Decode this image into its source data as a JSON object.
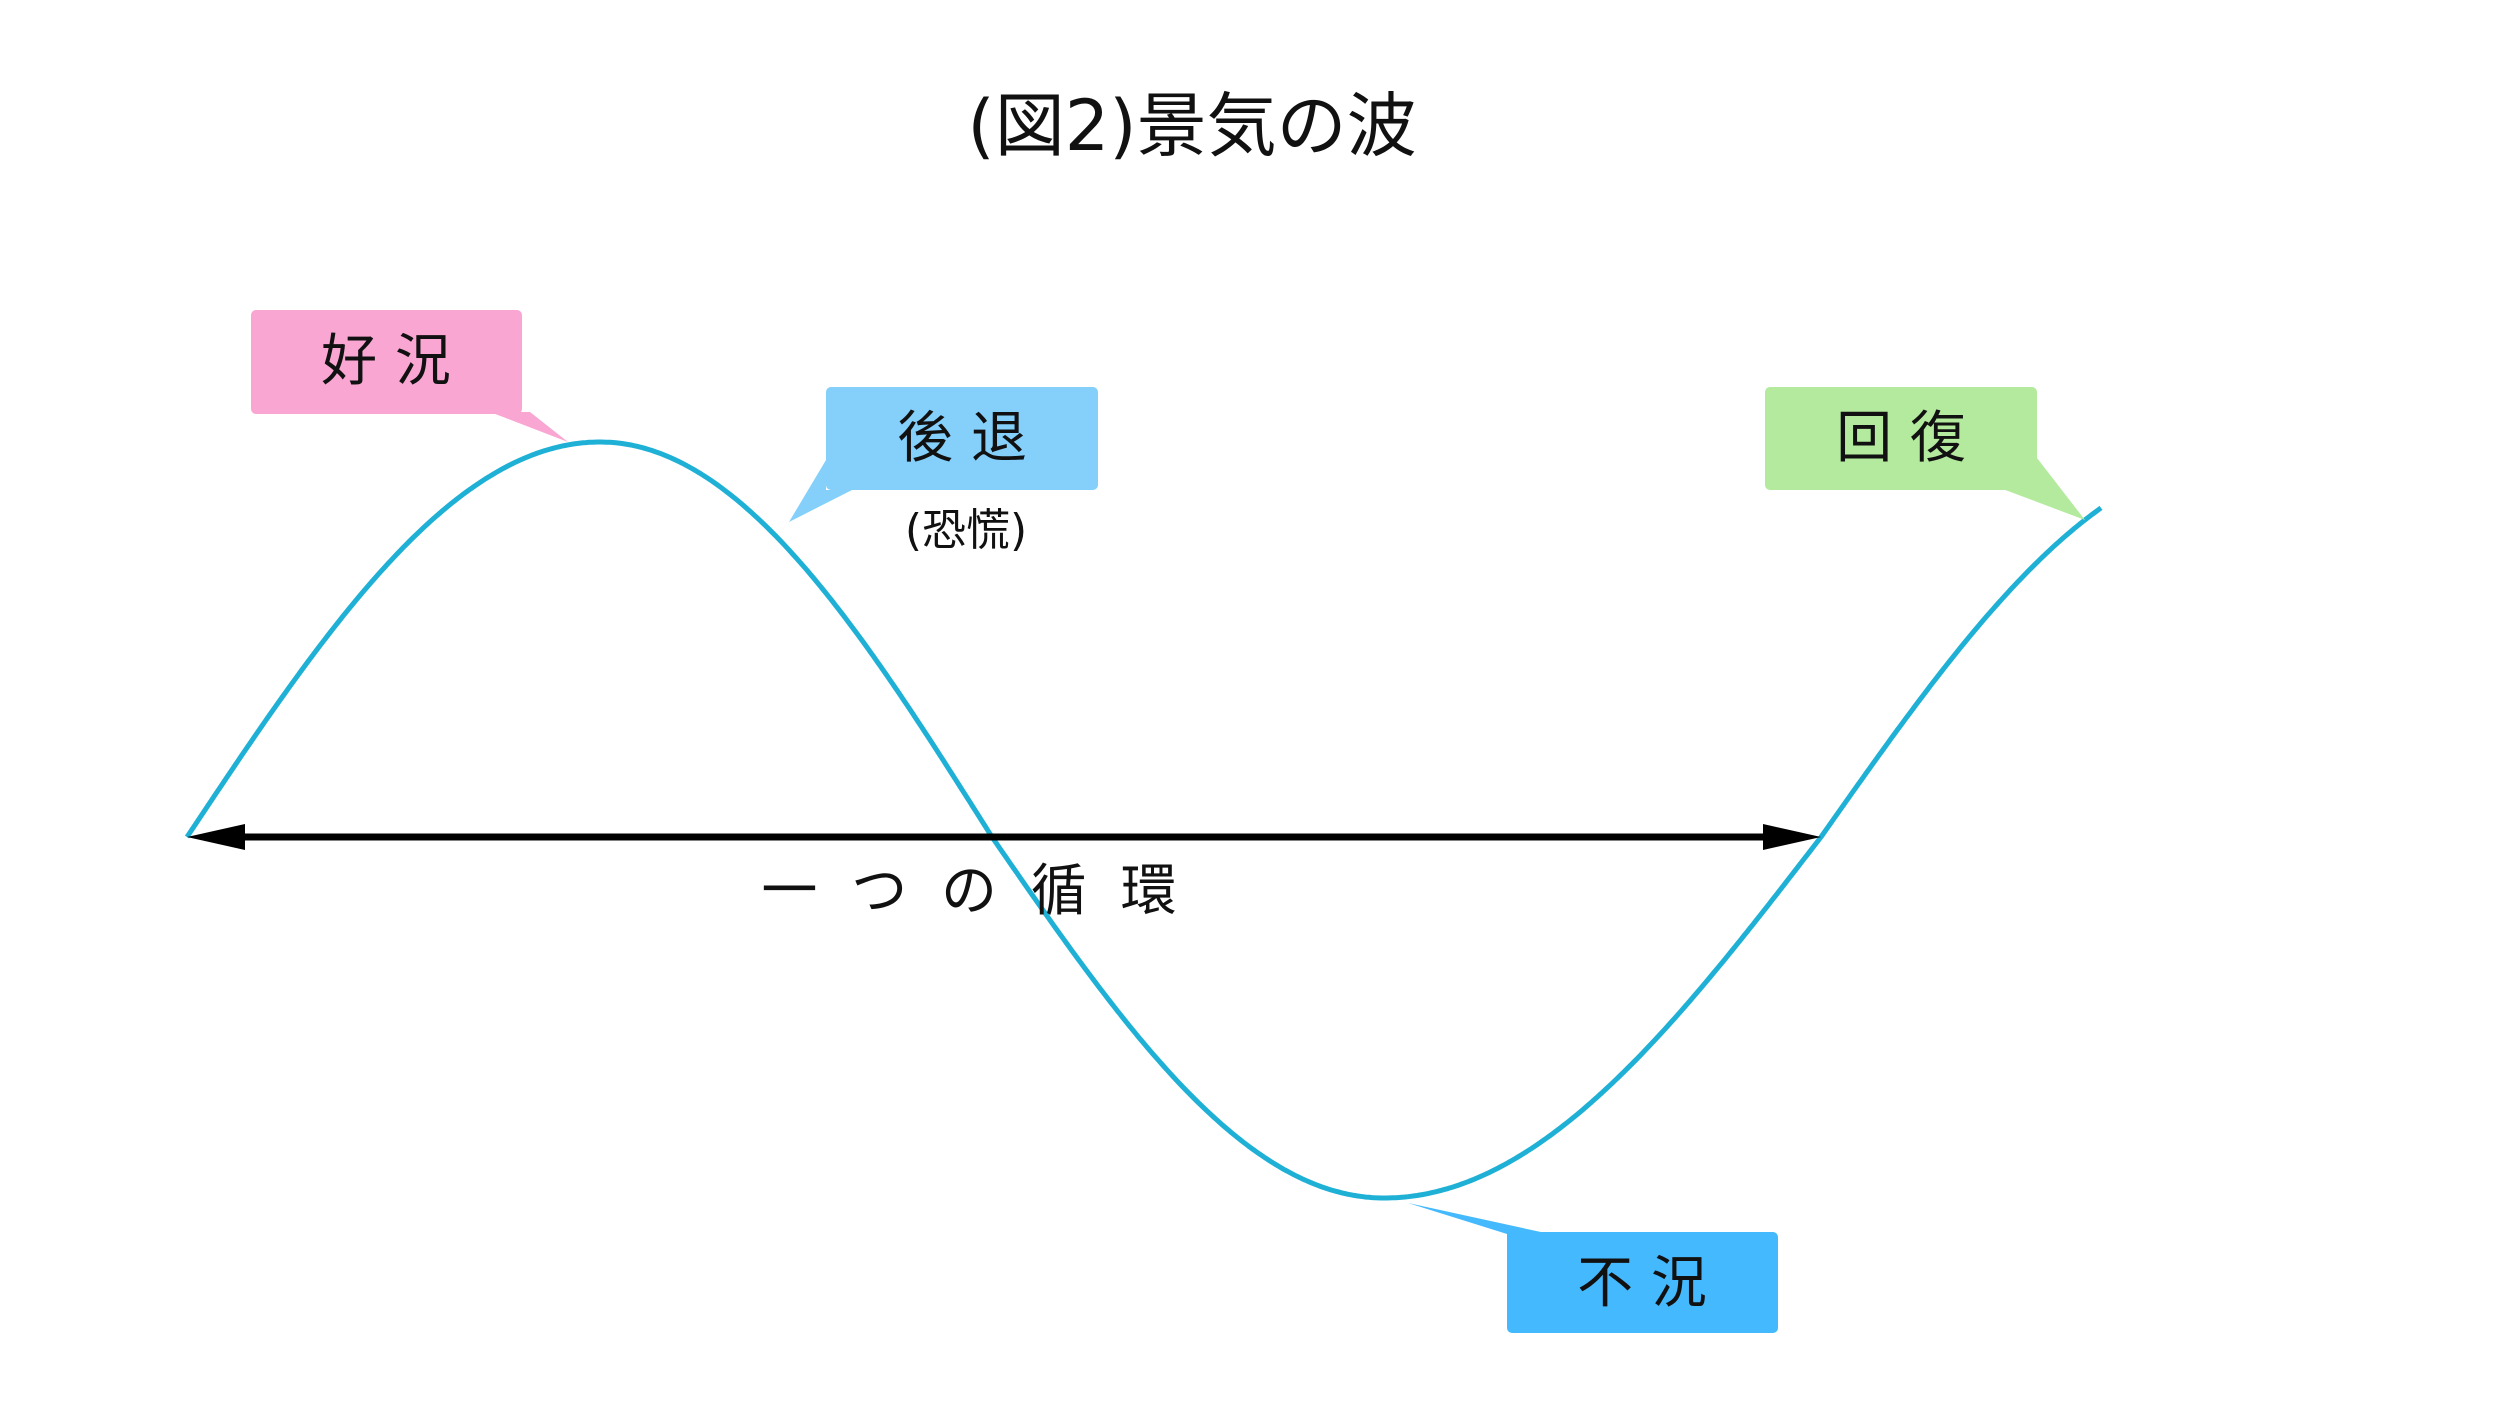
{
  "title": "(図2)景気の波",
  "cycle_label": "一 つ の 循 環",
  "phases": {
    "boom": {
      "label": "好 況",
      "color": "#f9a6d2"
    },
    "recession": {
      "label": "後 退",
      "sublabel": "(恐慌)",
      "color": "#84d0fb"
    },
    "depression": {
      "label": "不 況",
      "color": "#45b9fd"
    },
    "recovery": {
      "label": "回 復",
      "color": "#b3ea9d"
    }
  },
  "colors": {
    "wave": "#1fb0d6",
    "arrow": "#000000"
  }
}
